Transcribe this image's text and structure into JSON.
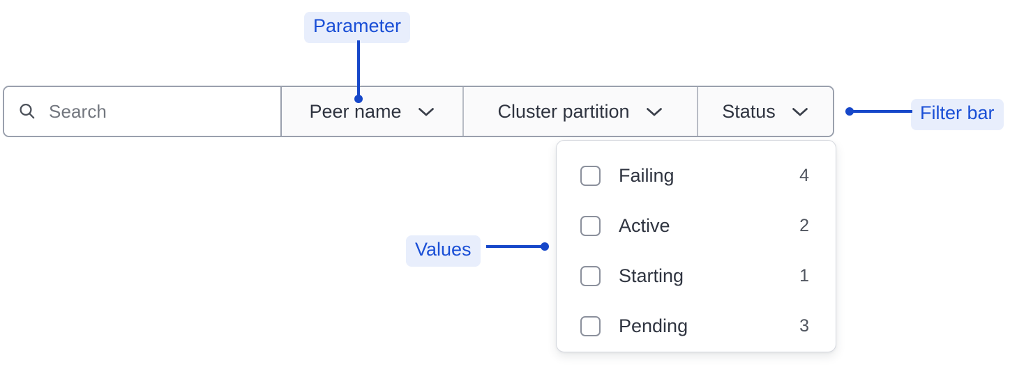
{
  "filter_bar": {
    "search": {
      "icon": "search-icon",
      "placeholder": "Search",
      "value": ""
    },
    "sections": [
      {
        "id": "peer-name",
        "label": "Peer name",
        "icon": "chevron-down-icon"
      },
      {
        "id": "cluster-partition",
        "label": "Cluster partition",
        "icon": "chevron-down-icon"
      },
      {
        "id": "status",
        "label": "Status",
        "icon": "chevron-down-icon"
      }
    ]
  },
  "values_dropdown": {
    "open_for": "Status",
    "options": [
      {
        "label": "Failing",
        "count": "4",
        "checked": false
      },
      {
        "label": "Active",
        "count": "2",
        "checked": false
      },
      {
        "label": "Starting",
        "count": "1",
        "checked": false
      },
      {
        "label": "Pending",
        "count": "3",
        "checked": false
      }
    ]
  },
  "annotations": {
    "parameter": "Parameter",
    "values": "Values",
    "filter_bar": "Filter bar",
    "accent_color": "#1647c9",
    "pill_background": "#e8eefc"
  }
}
